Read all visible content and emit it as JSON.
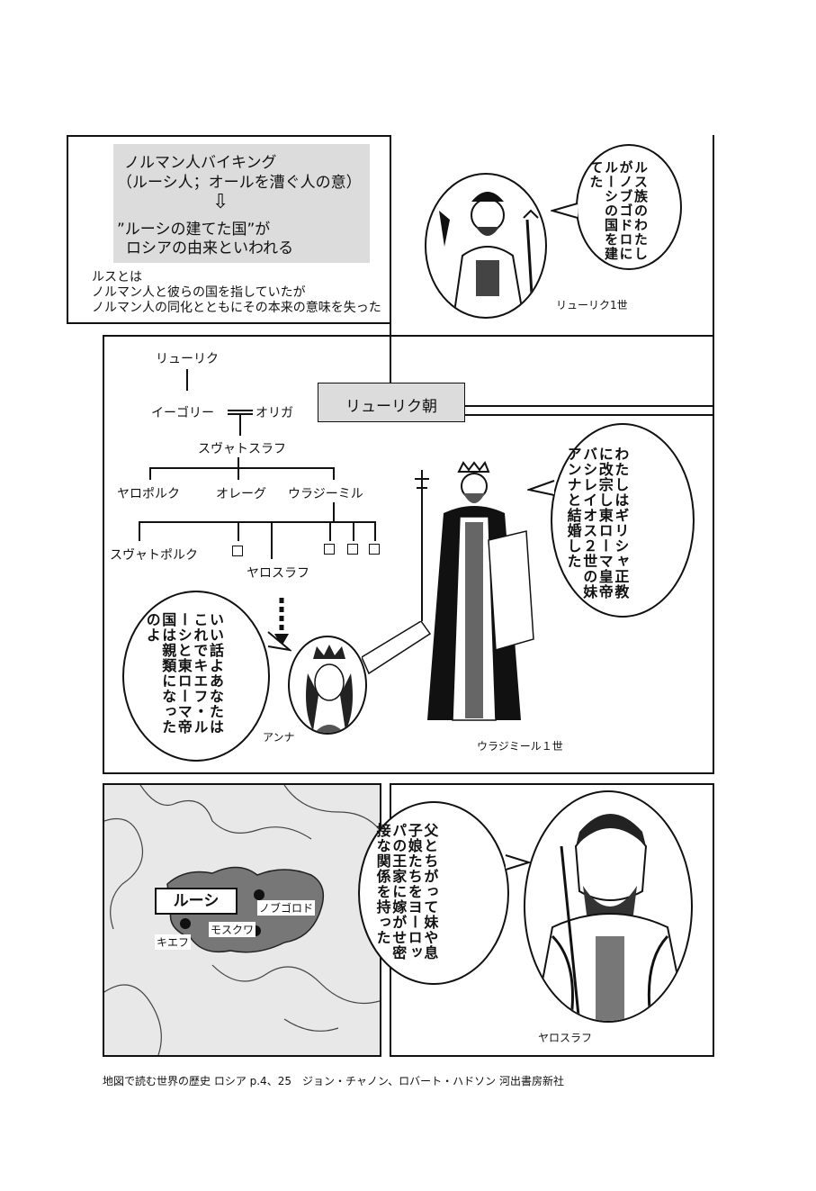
{
  "panel1": {
    "box_line1": "ノルマン人バイキング",
    "box_line2": "（ルーシ人；オールを漕ぐ人の意）",
    "arrow": "⇩",
    "box_line3": "”ルーシの建てた国”が",
    "box_line4": "ロシアの由来といわれる",
    "note_line1": "ルスとは",
    "note_line2": "ノルマン人と彼らの国を指していたが",
    "note_line3": "ノルマン人の同化とともにその本来の意味を失った",
    "bubble_text": "ルス族のわたしがノブゴドロにルーシの国を建てた",
    "portrait_caption": "リューリク1世"
  },
  "dynasty_label": "リューリク朝",
  "tree": {
    "rurik": "リューリク",
    "igor": "イーゴリー",
    "marriage": "══",
    "olga": "オリガ",
    "svyatoslav": "スヴャトスラフ",
    "yaropolk": "ヤロポルク",
    "oleg": "オレーグ",
    "vladimir": "ウラジーミル",
    "svyatopolk": "スヴャトポルク",
    "yaroslav": "ヤロスラフ"
  },
  "panel2": {
    "bubble_vladimir": "わたしはギリシャ正教に改宗し東ローマ皇帝バシレイオス２世の妹アンナと結婚した",
    "bubble_anna": "いい話よあなたはこれでキエフ・ルーシと東ローマ帝国は親類になったのよ",
    "caption_anna": "アンナ",
    "caption_vladimir": "ウラジミール１世"
  },
  "map": {
    "label": "ルーシ",
    "novgorod": "ノブゴロド",
    "moscow": "モスクワ",
    "kiev": "キエフ"
  },
  "panel4": {
    "bubble_text": "父とちがって妹や息子娘たちをヨーロッパの王家に嫁がせ密接な関係を持った",
    "caption": "ヤロスラフ"
  },
  "footer": "地図で読む世界の歴史 ロシア p.4、25　ジョン・チャノン、ロバート・ハドソン 河出書房新社"
}
